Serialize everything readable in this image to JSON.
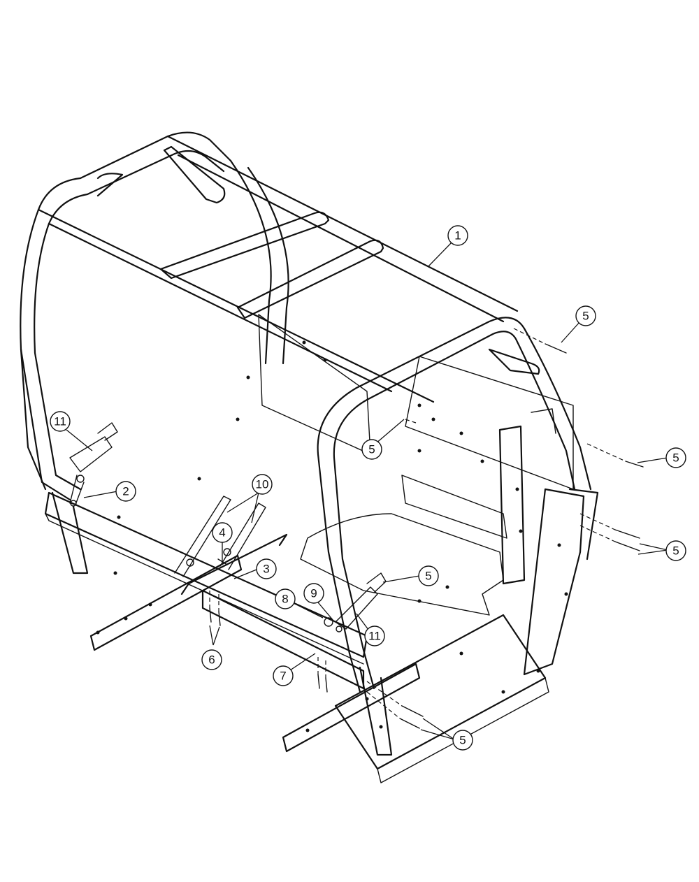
{
  "callouts": [
    {
      "id": "c1",
      "label": "1"
    },
    {
      "id": "c5a",
      "label": "5"
    },
    {
      "id": "c5b",
      "label": "5"
    },
    {
      "id": "c5c",
      "label": "5"
    },
    {
      "id": "c5d",
      "label": "5"
    },
    {
      "id": "c5e",
      "label": "5"
    },
    {
      "id": "c5f",
      "label": "5"
    },
    {
      "id": "c11a",
      "label": "11"
    },
    {
      "id": "c2",
      "label": "2"
    },
    {
      "id": "c10",
      "label": "10"
    },
    {
      "id": "c4",
      "label": "4"
    },
    {
      "id": "c3",
      "label": "3"
    },
    {
      "id": "c8",
      "label": "8"
    },
    {
      "id": "c9",
      "label": "9"
    },
    {
      "id": "c11b",
      "label": "11"
    },
    {
      "id": "c6",
      "label": "6"
    },
    {
      "id": "c7",
      "label": "7"
    }
  ]
}
